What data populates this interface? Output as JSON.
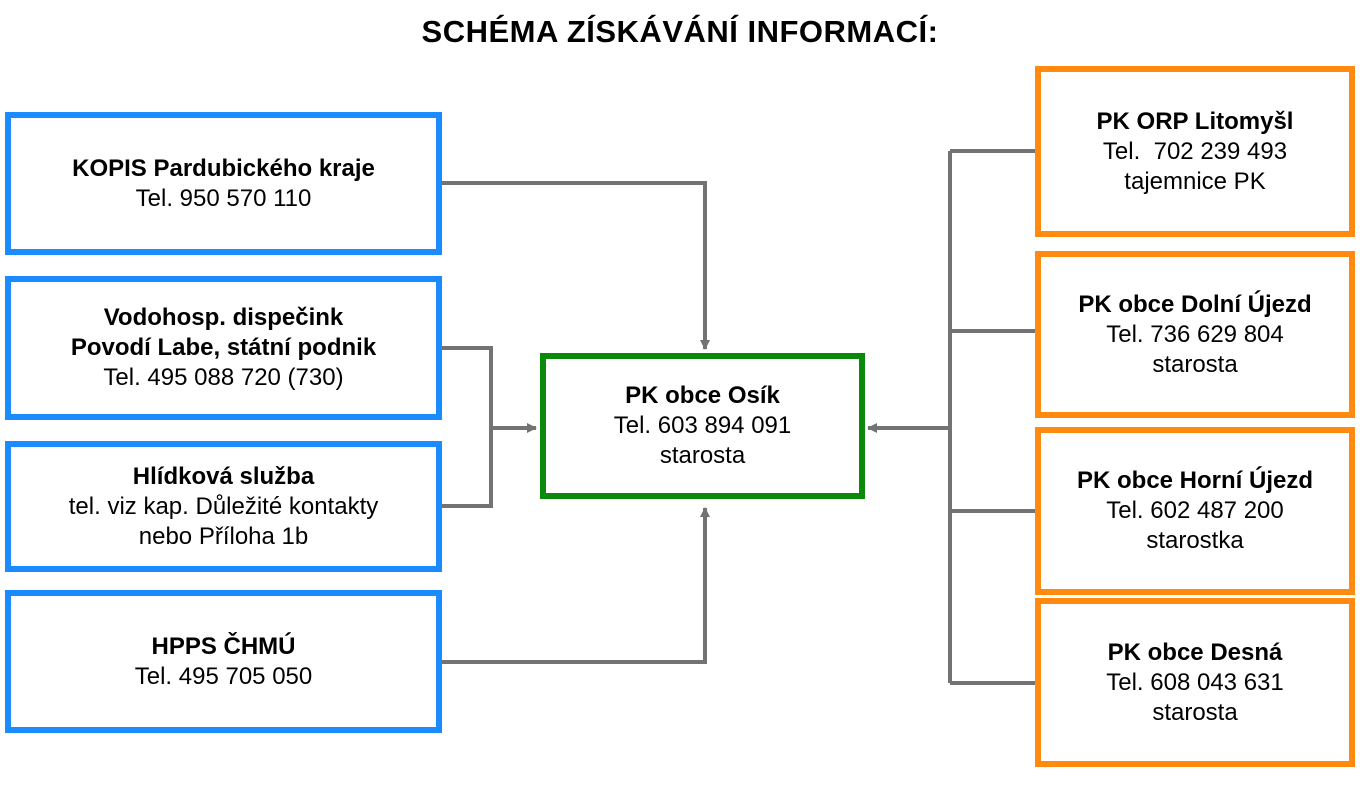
{
  "title": "SCHÉMA ZÍSKÁVÁNÍ INFORMACÍ:",
  "colors": {
    "left_border": "#1a8cff",
    "right_border": "#ff8a0f",
    "center_border": "#0a8a0a",
    "connector": "#737373"
  },
  "center": {
    "name": "PK obce Osík",
    "lines": [
      "Tel. 603 894 091",
      "starosta"
    ]
  },
  "left_sources": [
    {
      "name_lines": [
        "KOPIS Pardubického kraje"
      ],
      "lines": [
        "Tel. 950 570 110"
      ]
    },
    {
      "name_lines": [
        "Vodohosp. dispečink",
        "Povodí Labe, státní podnik"
      ],
      "lines": [
        "Tel. 495 088 720 (730)"
      ]
    },
    {
      "name_lines": [
        "Hlídková služba"
      ],
      "lines": [
        "tel. viz kap. Důležité kontakty",
        "nebo Příloha 1b"
      ]
    },
    {
      "name_lines": [
        "HPPS ČHMÚ"
      ],
      "lines": [
        "Tel. 495 705 050"
      ]
    }
  ],
  "right_sources": [
    {
      "name_lines": [
        "PK ORP Litomyšl"
      ],
      "lines": [
        "Tel.  702 239 493",
        "tajemnice PK"
      ]
    },
    {
      "name_lines": [
        "PK obce Dolní Újezd"
      ],
      "lines": [
        "Tel. 736 629 804",
        "starosta"
      ]
    },
    {
      "name_lines": [
        "PK obce Horní Újezd"
      ],
      "lines": [
        "Tel. 602 487 200",
        "starostka"
      ]
    },
    {
      "name_lines": [
        "PK obce Desná"
      ],
      "lines": [
        "Tel. 608 043 631",
        "starosta"
      ]
    }
  ]
}
